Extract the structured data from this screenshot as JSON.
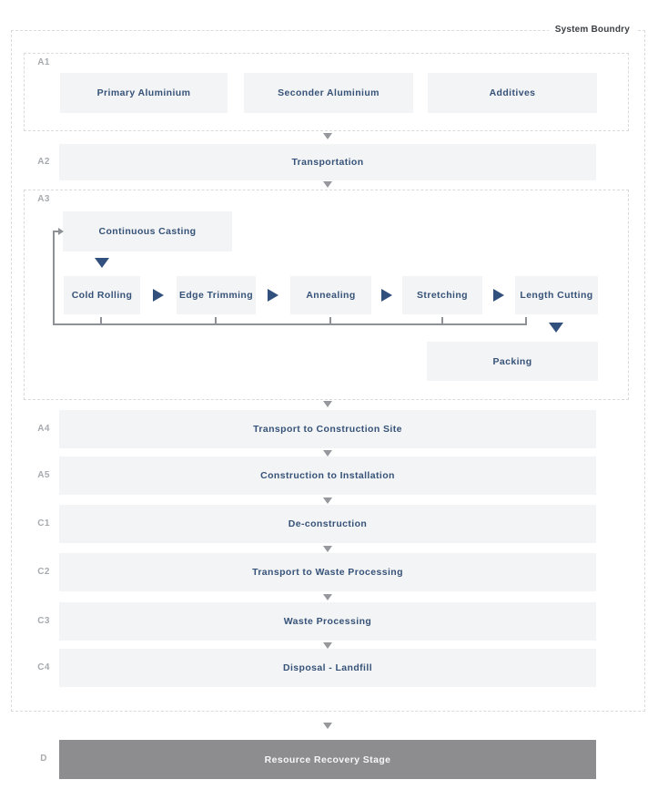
{
  "diagram": {
    "boundary_label": "System Boundry",
    "colors": {
      "box_bg": "#f3f4f5",
      "navy_text": "#365278",
      "navy_arrow": "#31507d",
      "gray_arrow": "#96989d",
      "loop_line": "#8e9297",
      "stage_code_gray": "#a7abaf",
      "dashed_border": "#d8dadc",
      "recovery_row_bg": "#8d8d90",
      "recovery_row_text": "#f7f7f7"
    },
    "a1": {
      "code": "A1",
      "boxes": [
        "Primary Aluminium",
        "Seconder Aluminium",
        "Additives"
      ]
    },
    "a2": {
      "code": "A2",
      "label": "Transportation"
    },
    "a3": {
      "code": "A3",
      "casting": "Continuous Casting",
      "process": [
        "Cold Rolling",
        "Edge Trimming",
        "Annealing",
        "Stretching",
        "Length Cutting"
      ],
      "packing": "Packing"
    },
    "stages": [
      {
        "code": "A4",
        "label": "Transport to Construction Site"
      },
      {
        "code": "A5",
        "label": "Construction to Installation"
      },
      {
        "code": "C1",
        "label": "De-construction"
      },
      {
        "code": "C2",
        "label": "Transport to Waste Processing"
      },
      {
        "code": "C3",
        "label": "Waste Processing"
      },
      {
        "code": "C4",
        "label": "Disposal - Landfill"
      }
    ],
    "d": {
      "code": "D",
      "label": "Resource Recovery Stage"
    }
  }
}
